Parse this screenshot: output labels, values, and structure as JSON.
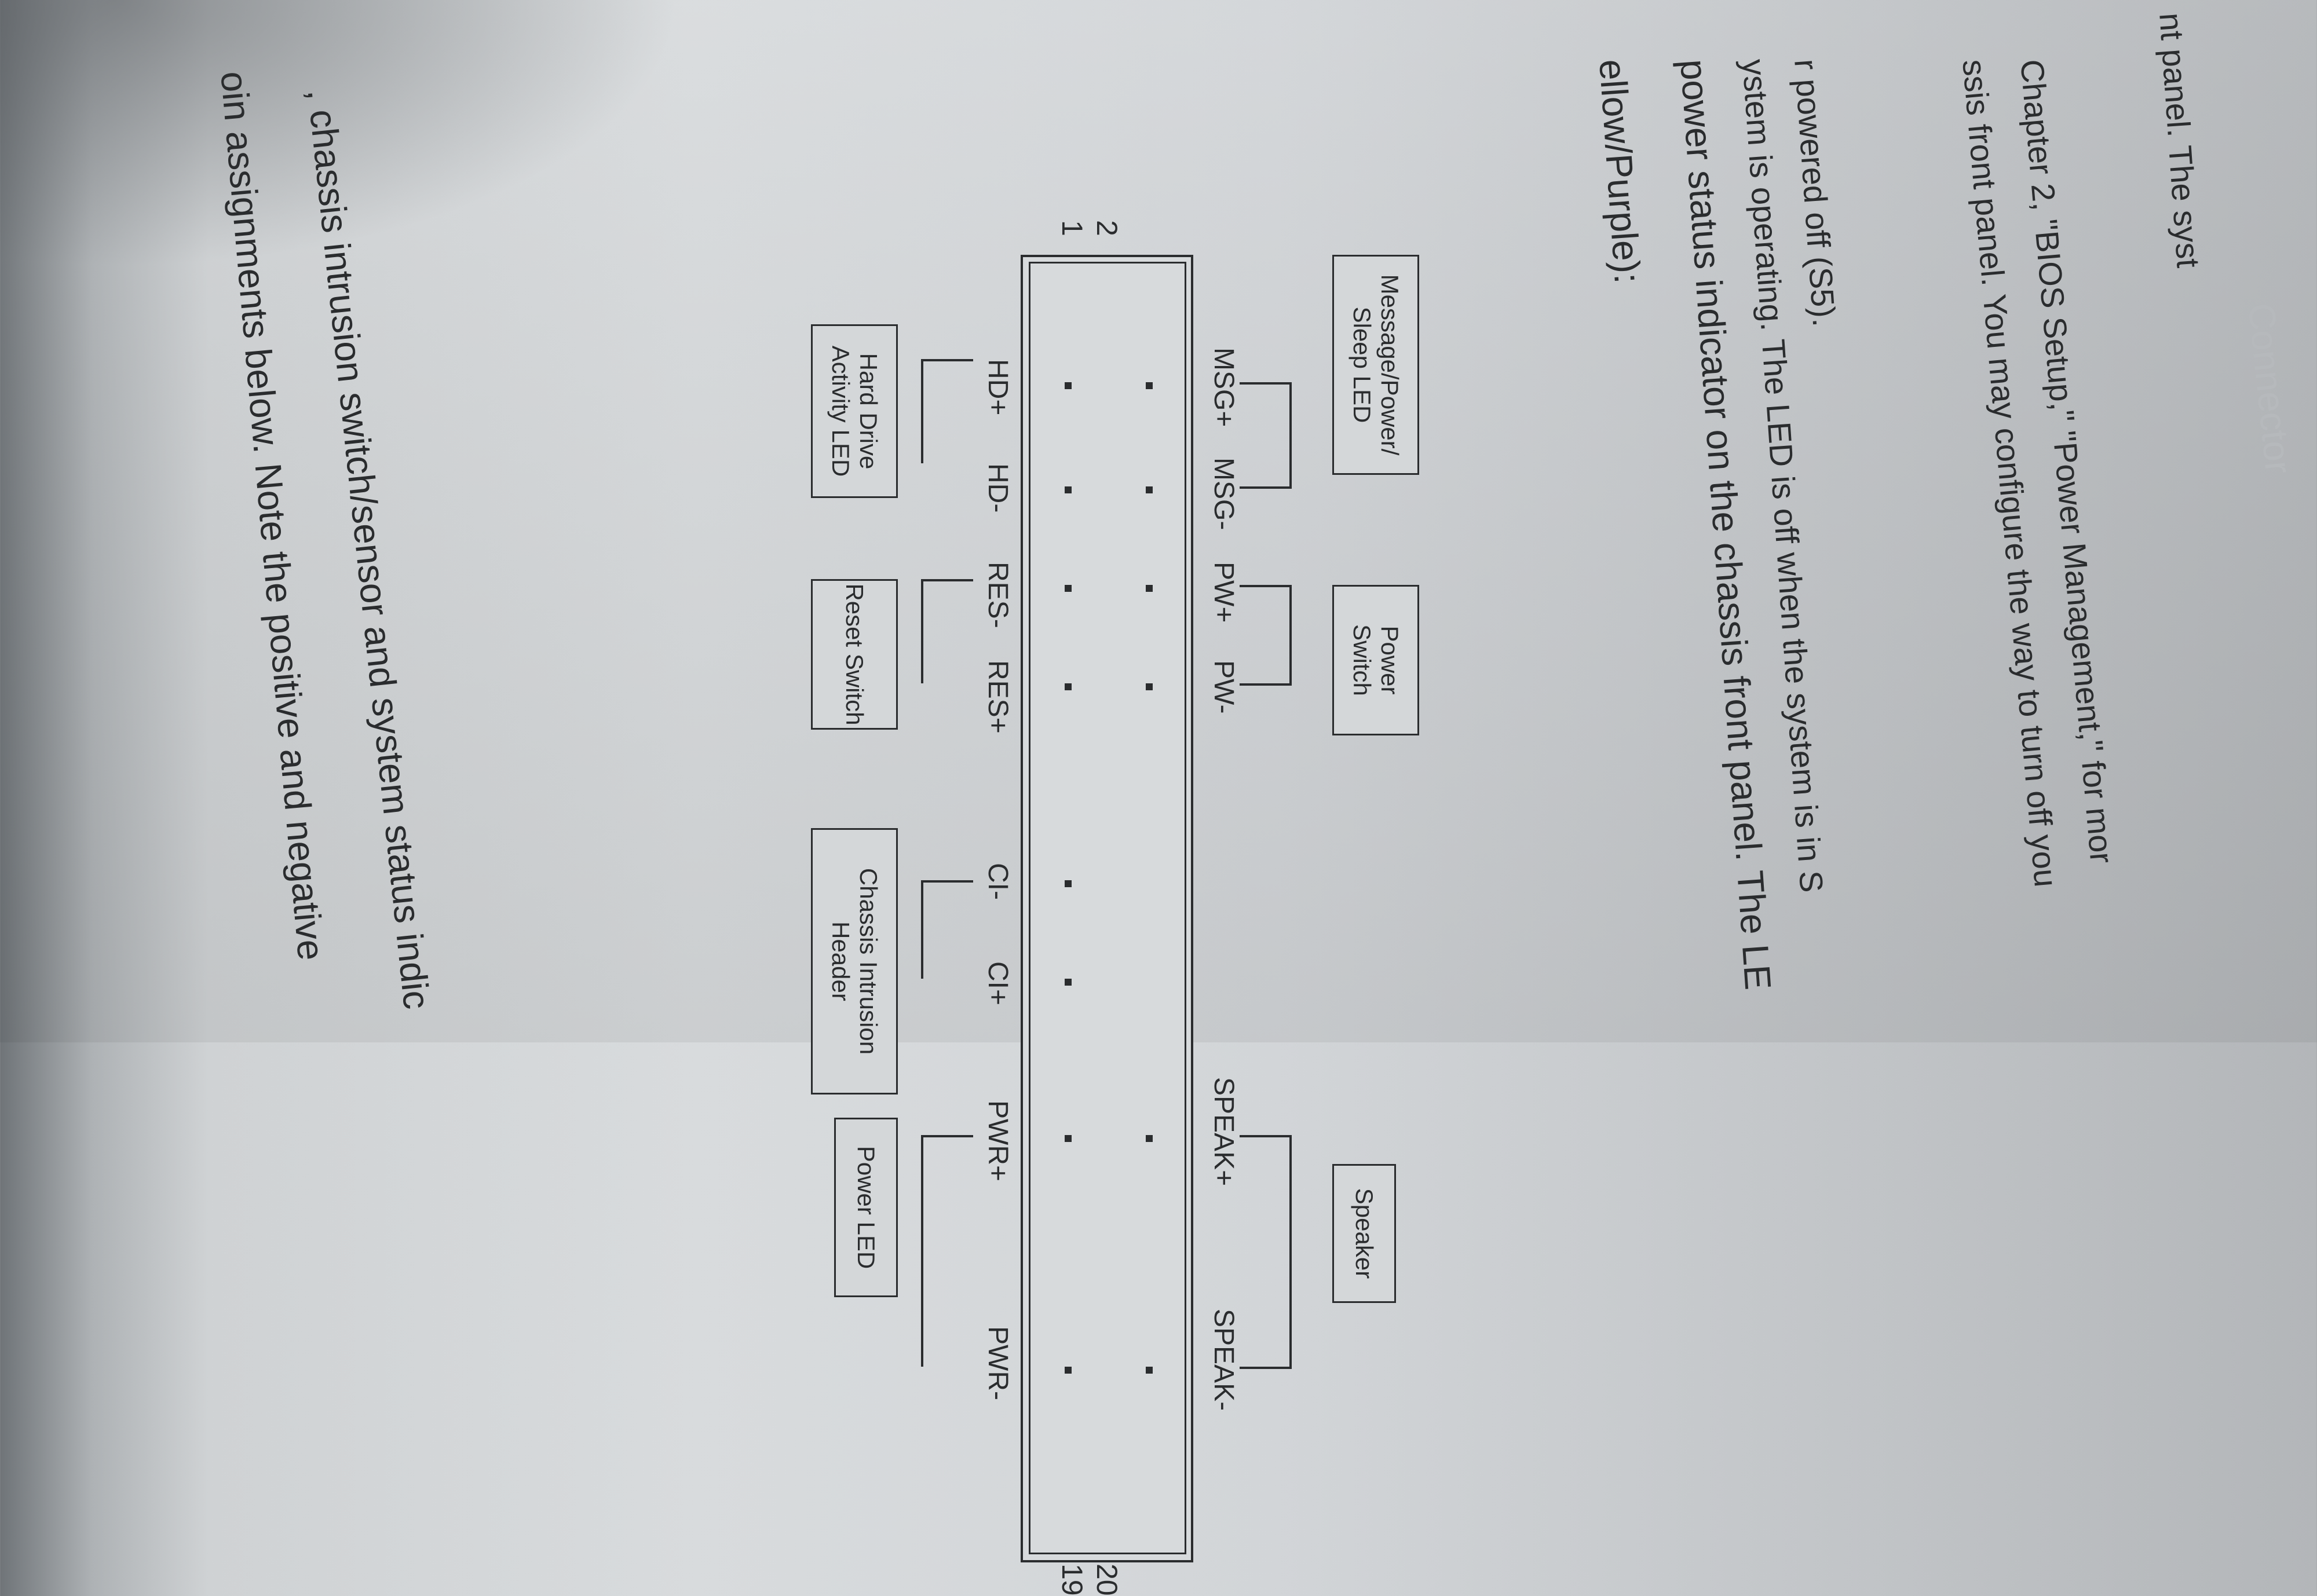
{
  "text_lines": [
    ", chassis intrusion switch/sensor and system status indic",
    "oin assignments below. Note the positive and negative",
    "ellow/Purple):",
    "power status indicator on the chassis front panel. The LE",
    "ystem is operating. The LED is off when the system is in S",
    "r powered off (S5).",
    "ssis front panel. You may configure the way to turn off you",
    "Chapter 2, \"BIOS Setup,\" \"Power Management,\" for mor",
    "nt panel. The syst"
  ],
  "diagram": {
    "pin_numbers": {
      "top_left": "2",
      "bottom_left": "1",
      "top_right": "20",
      "bottom_right": "19"
    },
    "top_pins": [
      "MSG+",
      "MSG-",
      "PW+",
      "PW-",
      "SPEAK+",
      "SPEAK-"
    ],
    "bottom_pins": [
      "HD+",
      "HD-",
      "RES-",
      "RES+",
      "CI-",
      "CI+",
      "PWR+",
      "PWR-"
    ],
    "labels": {
      "msg_led": "Message/Power/ Sleep LED",
      "power_switch": "Power Switch",
      "speaker": "Speaker",
      "hdd_led": "Hard Drive Activity LED",
      "reset_switch": "Reset Switch",
      "chassis_intrusion": "Chassis Intrusion Header",
      "power_led": "Power LED"
    }
  }
}
